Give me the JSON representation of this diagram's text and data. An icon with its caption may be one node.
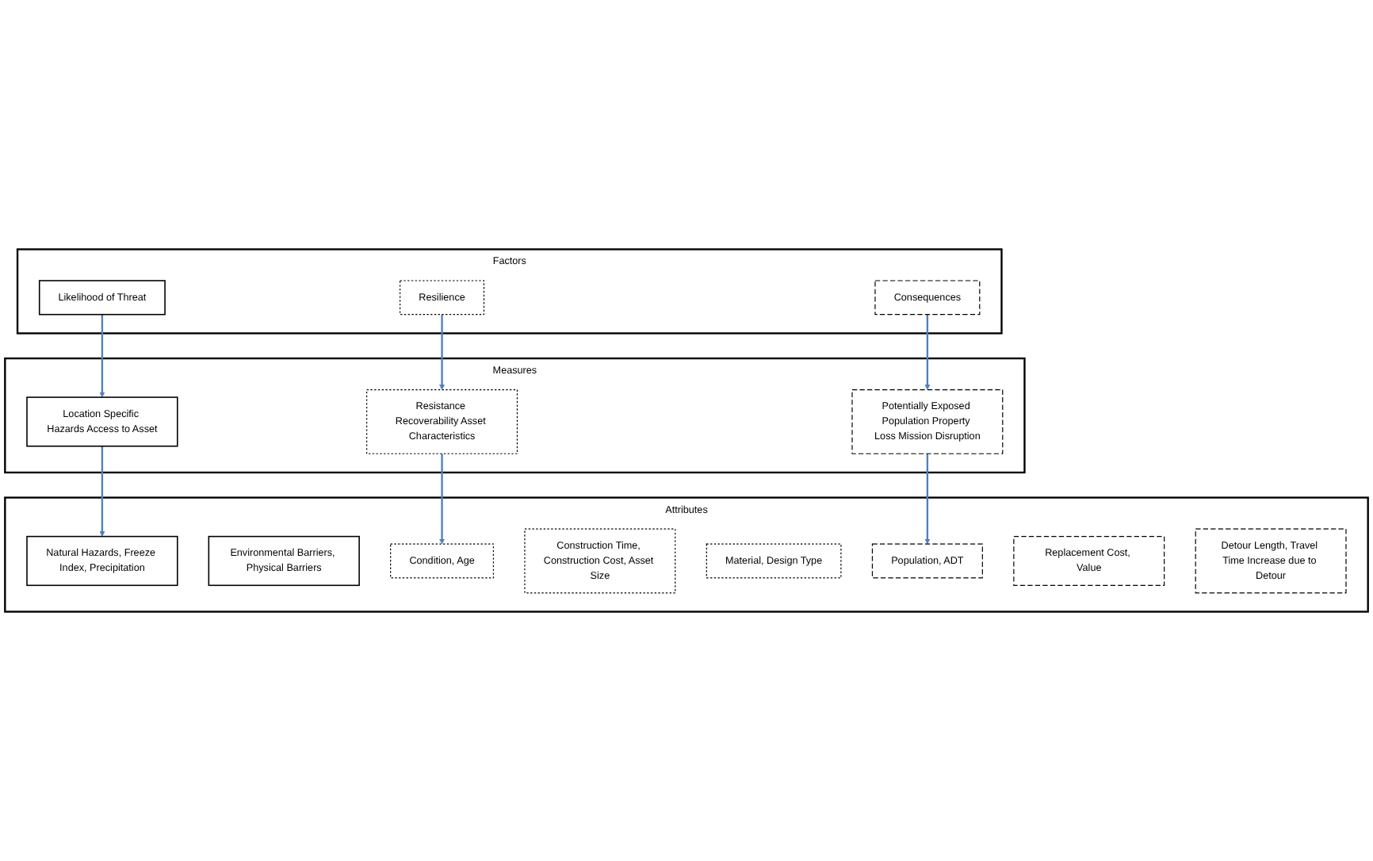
{
  "diagram": {
    "nodes": [
      {
        "text": [
          "Factors"
        ]
      },
      {
        "text": [
          "Likelihood of Threat"
        ],
        "in": 0
      },
      {
        "text": [
          "Resilience"
        ],
        "in": 0
      },
      {
        "text": [
          "Consequences"
        ],
        "in": 0
      },
      {
        "text": [
          "Measures"
        ]
      },
      {
        "text": [
          "Location Specific Hazards Access to Asset"
        ],
        "in": 4
      },
      {
        "text": [
          "Resistance Recoverability Asset Characteristics"
        ],
        "in": 4
      },
      {
        "text": [
          "Potentially Exposed Population Property Loss Mission Disruption"
        ],
        "in": 4
      },
      {
        "text": [
          "Attributes"
        ]
      },
      {
        "text": [
          "Natural Hazards, Freeze Index, Precipitation"
        ],
        "in": 8
      },
      {
        "text": [
          "Environmental Barriers, Physical Barriers"
        ],
        "in": 8
      },
      {
        "text": [
          "Condition, Age"
        ],
        "in": 8
      },
      {
        "text": [
          "Construction Time, Construction Cost, Asset Size"
        ],
        "in": 8
      },
      {
        "text": [
          "Material, Design Type"
        ],
        "in": 8
      },
      {
        "text": [
          "Population, ADT"
        ],
        "in": 8
      },
      {
        "text": [
          "Replacement Cost, Value"
        ],
        "in": 8
      },
      {
        "text": [
          "Detour Length, Travel Time Increase due to Detour"
        ],
        "in": 8
      }
    ],
    "edges": [
      {
        "from": 1,
        "to": 5,
        "arrow": "to"
      },
      {
        "from": 2,
        "to": 6,
        "arrow": "to"
      },
      {
        "from": 3,
        "to": 7,
        "arrow": "to"
      },
      {
        "from": 5,
        "to": 9,
        "arrow": "to"
      },
      {
        "from": 6,
        "to": 11,
        "arrow": "to"
      },
      {
        "from": 7,
        "to": 14,
        "arrow": "to"
      }
    ]
  }
}
